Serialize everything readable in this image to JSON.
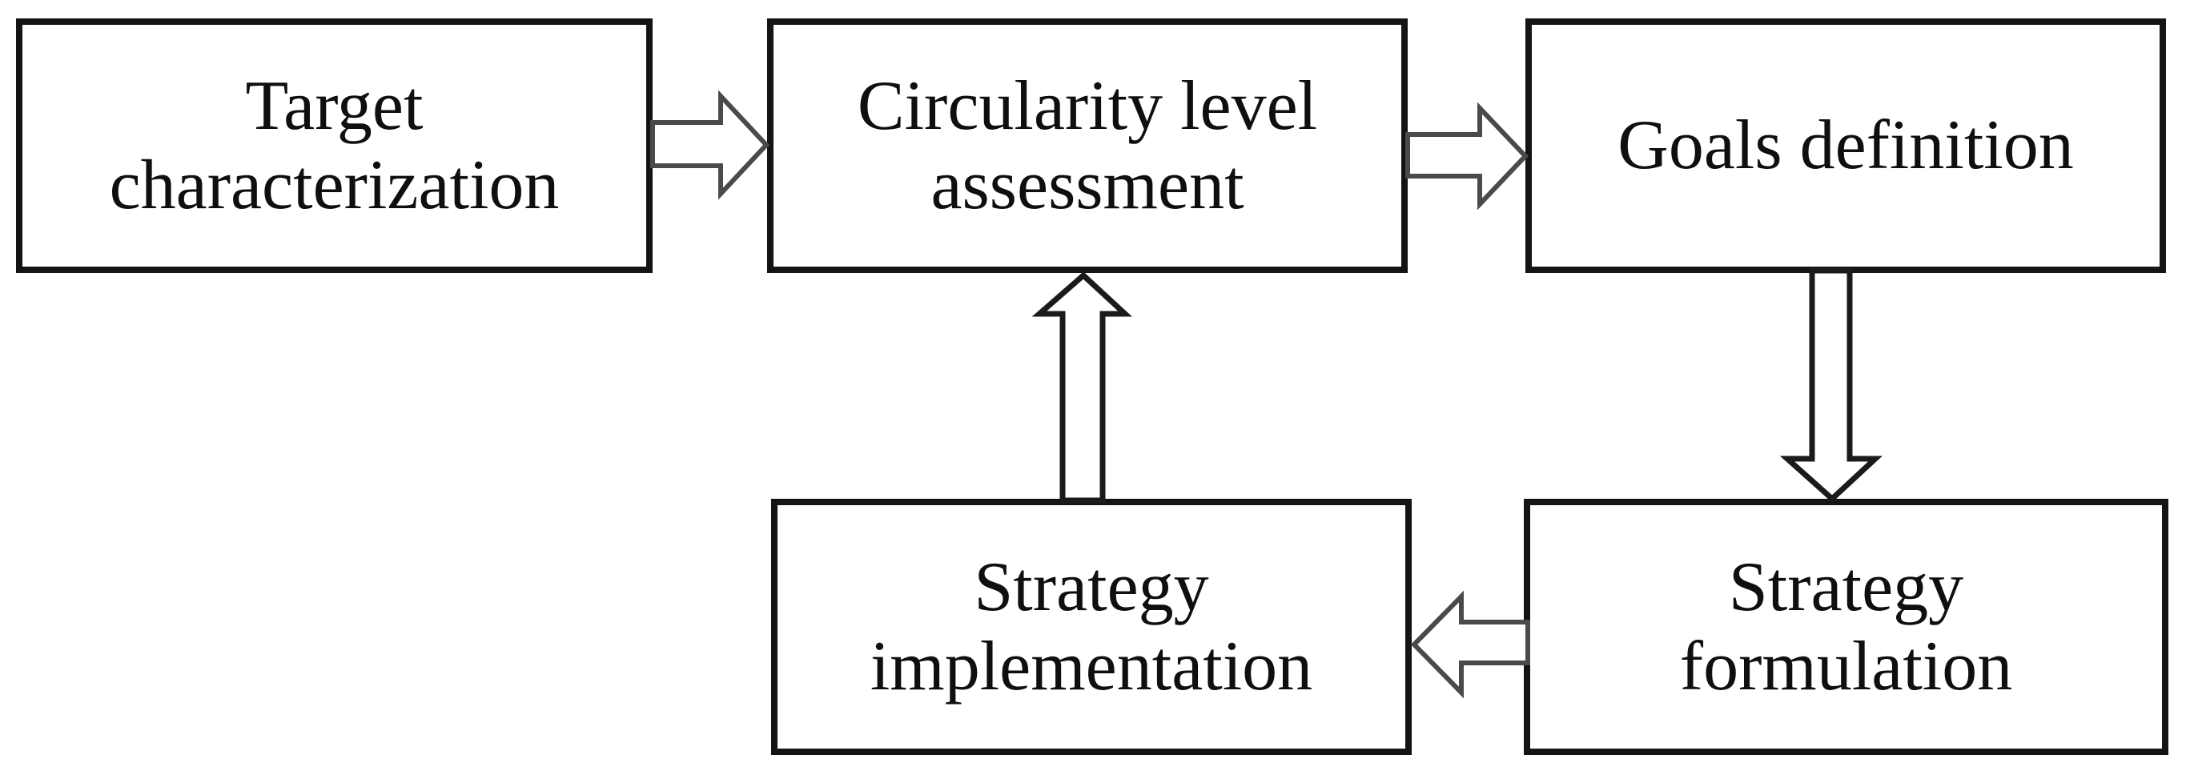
{
  "colors": {
    "background": "#ffffff",
    "box_border": "#141414",
    "text": "#0e0e13",
    "arrow_horizontal": "#4a4a4a",
    "arrow_vertical": "#1b1b1b",
    "arrow_fill": "#ffffff"
  },
  "nodes": [
    {
      "name": "target-characterization",
      "label": "Target characterization",
      "lines": [
        "Target",
        "characterization"
      ]
    },
    {
      "name": "circularity-level-assessment",
      "label": "Circularity level assessment",
      "lines": [
        "Circularity level",
        "assessment"
      ]
    },
    {
      "name": "goals-definition",
      "label": "Goals definition",
      "lines": [
        "Goals definition"
      ]
    },
    {
      "name": "strategy-formulation",
      "label": "Strategy formulation",
      "lines": [
        "Strategy",
        "formulation"
      ]
    },
    {
      "name": "strategy-implementation",
      "label": "Strategy implementation",
      "lines": [
        "Strategy",
        "implementation"
      ]
    }
  ],
  "arrows": [
    {
      "name": "target-to-assessment",
      "direction": "right",
      "from": "Target characterization",
      "to": "Circularity level assessment"
    },
    {
      "name": "assessment-to-goals",
      "direction": "right",
      "from": "Circularity level assessment",
      "to": "Goals definition"
    },
    {
      "name": "goals-to-formulation",
      "direction": "down",
      "from": "Goals definition",
      "to": "Strategy formulation"
    },
    {
      "name": "formulation-to-implementation",
      "direction": "left",
      "from": "Strategy formulation",
      "to": "Strategy implementation"
    },
    {
      "name": "implementation-to-assessment",
      "direction": "up",
      "from": "Strategy implementation",
      "to": "Circularity level assessment"
    }
  ]
}
